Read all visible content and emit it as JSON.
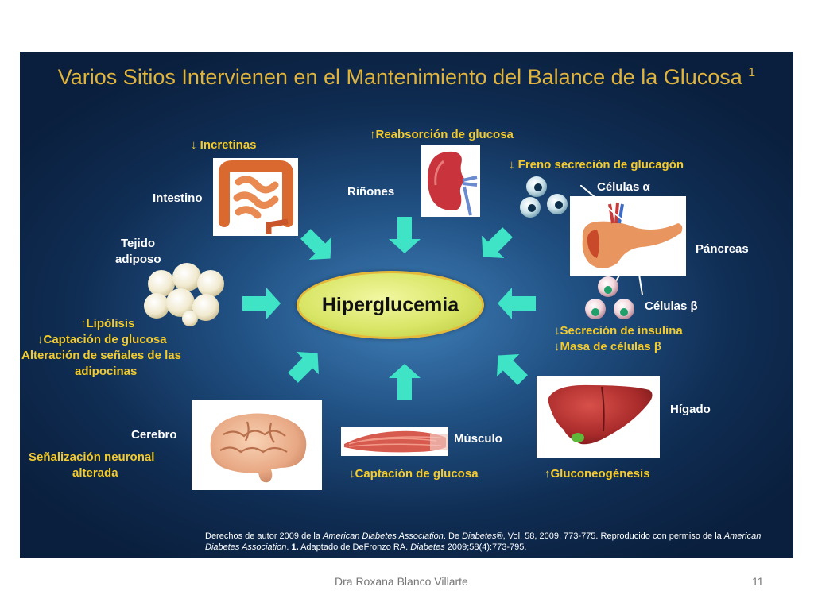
{
  "title": {
    "text": "Varios Sitios Intervienen en el  Mantenimiento del Balance de la Glucosa",
    "sup": "1"
  },
  "center": {
    "text": "Hiperglucemia"
  },
  "labels": {
    "intestino": "Intestino",
    "incretinas": "↓ Incretinas",
    "rinones": "Riñones",
    "reabsorcion": "↑Reabsorción de glucosa",
    "freno": "↓ Freno secreción de glucagón",
    "celulas_alfa": "Células α",
    "pancreas": "Páncreas",
    "celulas_beta": "Células β",
    "secrecion_insulina": "↓Secreción de insulina",
    "masa_celulas": "↓Masa de células β",
    "tejido_1": "Tejido",
    "tejido_2": "adiposo",
    "lipolisis": "↑Lipólisis",
    "captacion_adiposo": "↓Captación de glucosa",
    "alteracion_1": "Alteración de señales de las",
    "alteracion_2": "adipocinas",
    "cerebro": "Cerebro",
    "senalizacion_1": "Señalización neuronal",
    "senalizacion_2": "alterada",
    "musculo": "Músculo",
    "captacion_musculo": "↓Captación de glucosa",
    "higado": "Hígado",
    "gluconeogenesis": "↑Gluconeogénesis"
  },
  "credit": {
    "p1": "Derechos de autor 2009 de la ",
    "i1": "American Diabetes Association",
    "p2": ". De ",
    "i2": "Diabetes®",
    "p3": ", Vol. 58, 2009, 773-775. Reproducido con permiso de la ",
    "i3": "American Diabetes Association",
    "p4": ". ",
    "b1": "1.",
    "p5": " Adaptado de DeFronzo RA. ",
    "i4": "Diabetes",
    "p6": " 2009;58(4):773-795."
  },
  "footer": {
    "author": "Dra Roxana Blanco Villarte",
    "page": "11"
  },
  "colors": {
    "arrow": "#3fe3c6",
    "title": "#e0b43c",
    "effect_text": "#f4cb2a"
  }
}
